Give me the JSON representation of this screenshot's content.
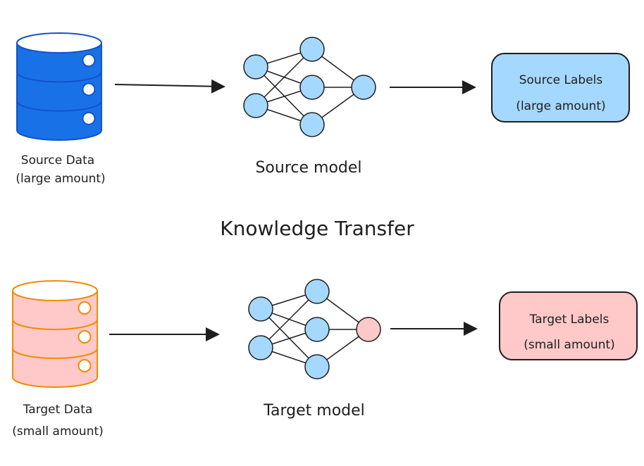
{
  "title": "Knowledge Transfer",
  "colors": {
    "source_db_fill": "#1971e8",
    "source_db_stroke": "#1453c7",
    "target_db_fill": "#ffc9c9",
    "target_db_stroke": "#f08c00",
    "node_fill": "#a5d8ff",
    "target_output_node_fill": "#ffc9c9",
    "source_labels_fill": "#a5d8ff",
    "target_labels_fill": "#ffc9c9",
    "stroke": "#1e1e1e"
  },
  "source": {
    "data_label_line1": "Source Data",
    "data_label_line2": "(large amount)",
    "model_label": "Source model",
    "labels_box_line1": "Source Labels",
    "labels_box_line2": "(large amount)"
  },
  "target": {
    "data_label_line1": "Target Data",
    "data_label_line2": "(small amount)",
    "model_label": "Target model",
    "labels_box_line1": "Target Labels",
    "labels_box_line2": "(small amount)"
  },
  "network": {
    "layers": [
      2,
      3,
      1
    ]
  }
}
